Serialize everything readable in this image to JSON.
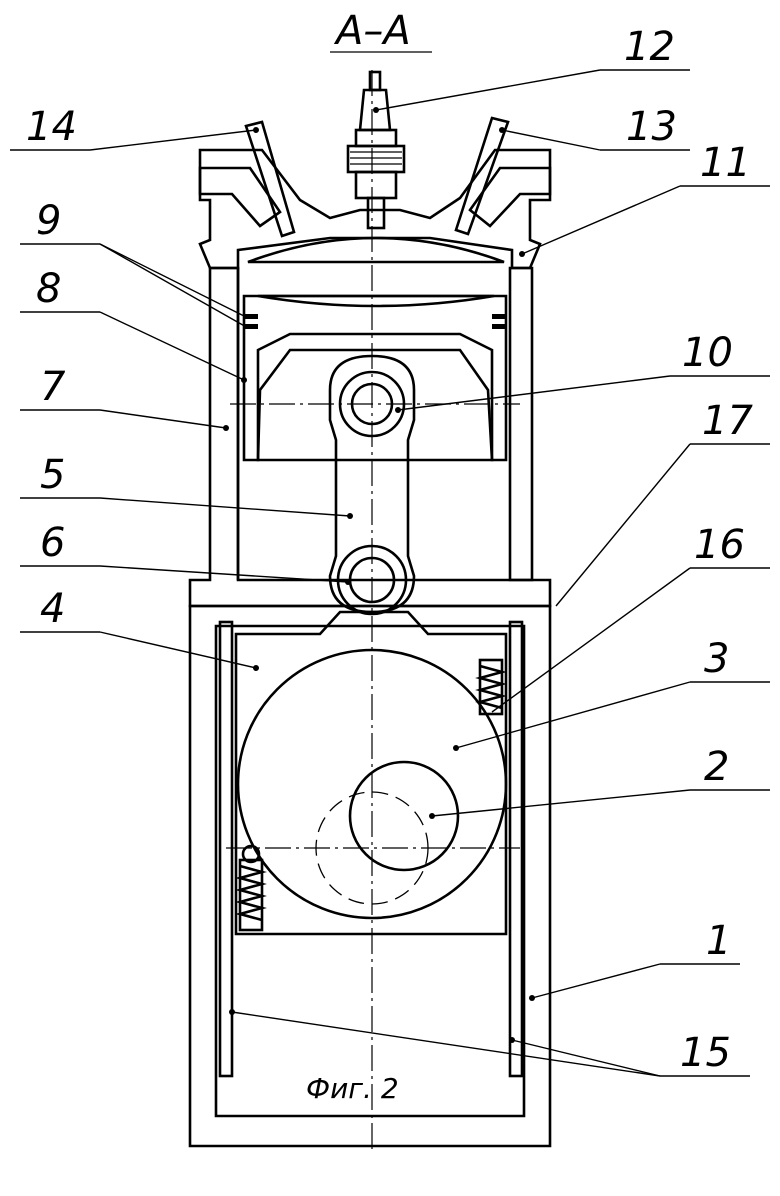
{
  "figure": {
    "section_title": "A–A",
    "caption": "Фиг. 2"
  },
  "labels": {
    "l1": "1",
    "l2": "2",
    "l3": "3",
    "l4": "4",
    "l5": "5",
    "l6": "6",
    "l7": "7",
    "l8": "8",
    "l9": "9",
    "l10": "10",
    "l11": "11",
    "l12": "12",
    "l13": "13",
    "l14": "14",
    "l15": "15",
    "l16": "16",
    "l17": "17"
  }
}
